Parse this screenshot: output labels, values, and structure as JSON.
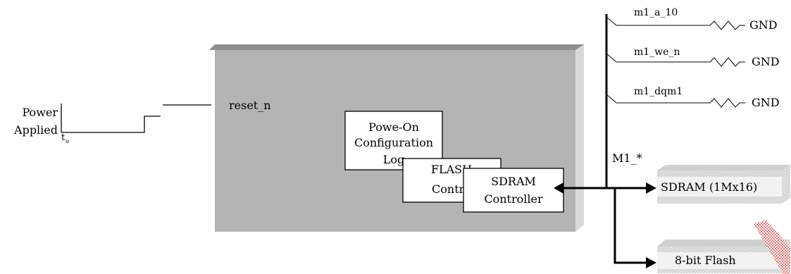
{
  "diagram": {
    "power_label_line1": "Power",
    "power_label_line2": "Applied",
    "time_label": "t",
    "time_subscript": "o",
    "reset_signal": "reset_n",
    "poc_line1": "Powe-On",
    "poc_line2": "Configuration",
    "poc_line3": "Log",
    "flash_ctrl_line1": "FLASH",
    "flash_ctrl_line2": "Contro",
    "sdram_ctrl_line1": "SDRAM",
    "sdram_ctrl_line2": "Controller",
    "bus_label": "M1_*",
    "signals": [
      {
        "name": "m1_a_10",
        "termination": "GND"
      },
      {
        "name": "m1_we_n",
        "termination": "GND"
      },
      {
        "name": "m1_dqm1",
        "termination": "GND"
      }
    ],
    "sdram_chip": "SDRAM (1Mx16)",
    "flash_chip": "8-bit Flash"
  },
  "colors": {
    "chip_panel": "#b4b4b4",
    "chip_bevel_top": "#8c8c8c",
    "chip_bevel_right": "#d8d8d8",
    "memory_face": "#ececec",
    "memory_top": "#d0d0d0",
    "flash_hatch": "#e89090"
  }
}
